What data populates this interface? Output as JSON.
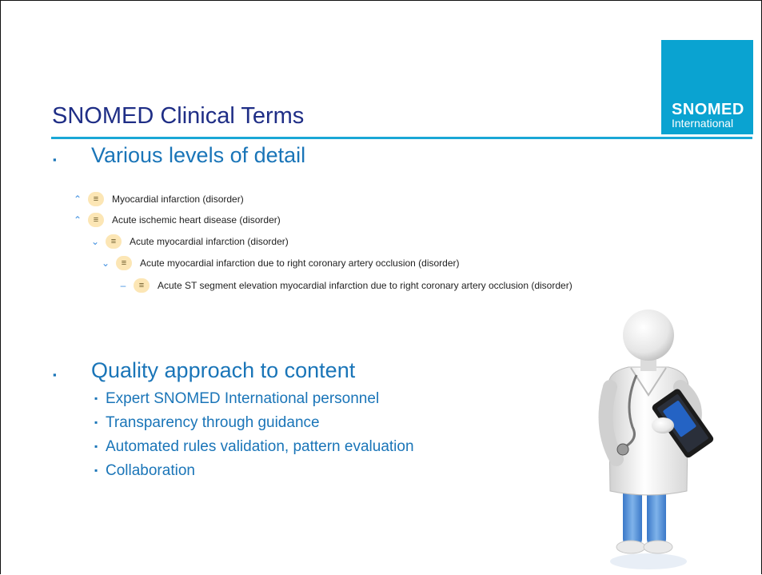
{
  "slide": {
    "title": "SNOMED Clinical Terms",
    "logo": {
      "line1": "SNOMED",
      "line2": "International"
    },
    "accent_color": "#1aa7d6",
    "title_color": "#1f2e86",
    "text_color": "#1a75b8"
  },
  "section1": {
    "bullet": "▪",
    "heading": "Various levels of detail",
    "tree": [
      {
        "icon": "chevron-up-icon",
        "glyph": "⌃",
        "label": "Myocardial infarction (disorder)"
      },
      {
        "icon": "chevron-up-icon",
        "glyph": "⌃",
        "label": "Acute ischemic heart disease (disorder)"
      },
      {
        "icon": "chevron-down-icon",
        "glyph": "⌄",
        "label": "Acute myocardial infarction (disorder)"
      },
      {
        "icon": "chevron-down-icon",
        "glyph": "⌄",
        "label": "Acute myocardial infarction due to right coronary artery occlusion (disorder)"
      },
      {
        "icon": "dash-icon",
        "glyph": "–",
        "label": "Acute ST segment elevation myocardial infarction due to right coronary artery occlusion (disorder)"
      }
    ]
  },
  "section2": {
    "bullet": "▪",
    "heading": "Quality approach to content",
    "items": [
      "Expert SNOMED International personnel",
      "Transparency through guidance",
      "Automated rules validation, pattern evaluation",
      "Collaboration"
    ]
  }
}
